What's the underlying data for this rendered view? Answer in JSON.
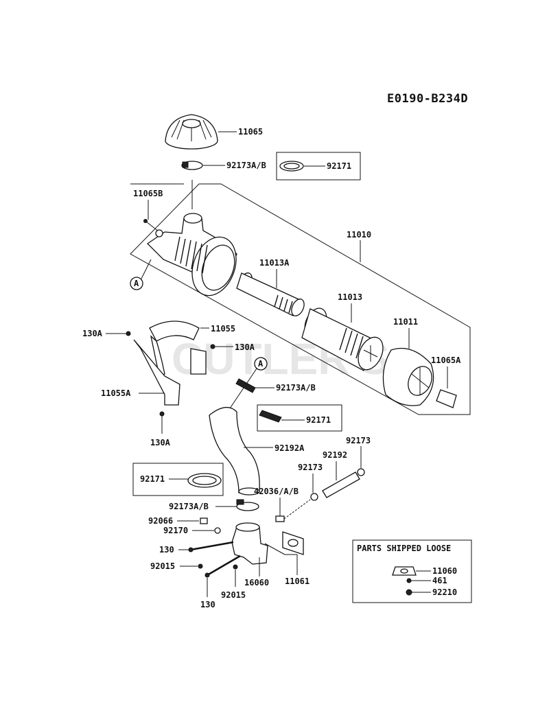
{
  "diagram_code": "E0190-B234D",
  "watermark": "CUTLER'S",
  "section_box_title": "PARTS SHIPPED LOOSE",
  "callout_letter": "A",
  "labels": {
    "p11065": "11065",
    "p92173ab_top": "92173A/B",
    "p92171_top": "92171",
    "p11065b": "11065B",
    "p11010": "11010",
    "p11013a": "11013A",
    "p11013": "11013",
    "p11011": "11011",
    "p11065a": "11065A",
    "p11055": "11055",
    "p130a_left": "130A",
    "p130a_mid": "130A",
    "p11055a": "11055A",
    "p130a_bottom": "130A",
    "p92173ab_mid": "92173A/B",
    "p92171_mid": "92171",
    "p92192a": "92192A",
    "p92173_right": "92173",
    "p92192": "92192",
    "p92173_lower": "92173",
    "p92171_left": "92171",
    "p42036ab": "42036/A/B",
    "p92173ab_low": "92173A/B",
    "p92066": "92066",
    "p92170": "92170",
    "p130_left": "130",
    "p92015_left": "92015",
    "p16060": "16060",
    "p11061": "11061",
    "p92015_bottom": "92015",
    "p130_bottom": "130",
    "loose_11060": "11060",
    "loose_461": "461",
    "loose_92210": "92210"
  }
}
